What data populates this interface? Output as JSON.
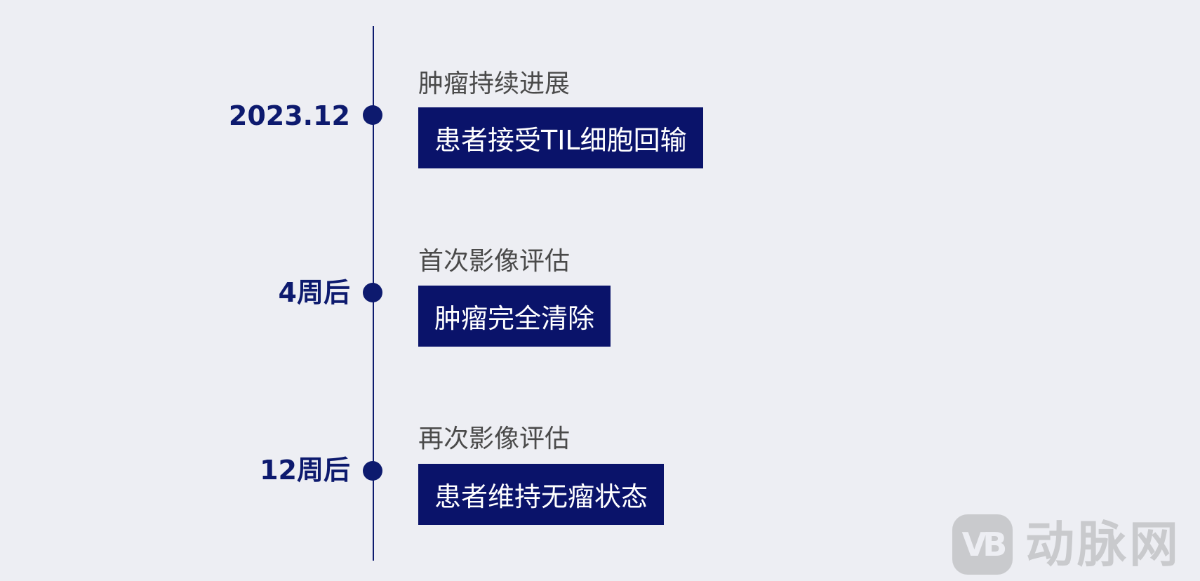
{
  "colors": {
    "background": "#edeef3",
    "accent": "#0d1a6e",
    "box": "#0a136a",
    "subtitle": "#4a4a4a",
    "watermark": "#c9cacd"
  },
  "timeline": {
    "events": [
      {
        "date": "2023.12",
        "subtitle": "肿瘤持续进展",
        "result": "患者接受TIL细胞回输"
      },
      {
        "date": "4周后",
        "subtitle": "首次影像评估",
        "result": "肿瘤完全清除"
      },
      {
        "date": "12周后",
        "subtitle": "再次影像评估",
        "result": "患者维持无瘤状态"
      }
    ]
  },
  "watermark": {
    "logo": "VB",
    "text": "动脉网"
  }
}
